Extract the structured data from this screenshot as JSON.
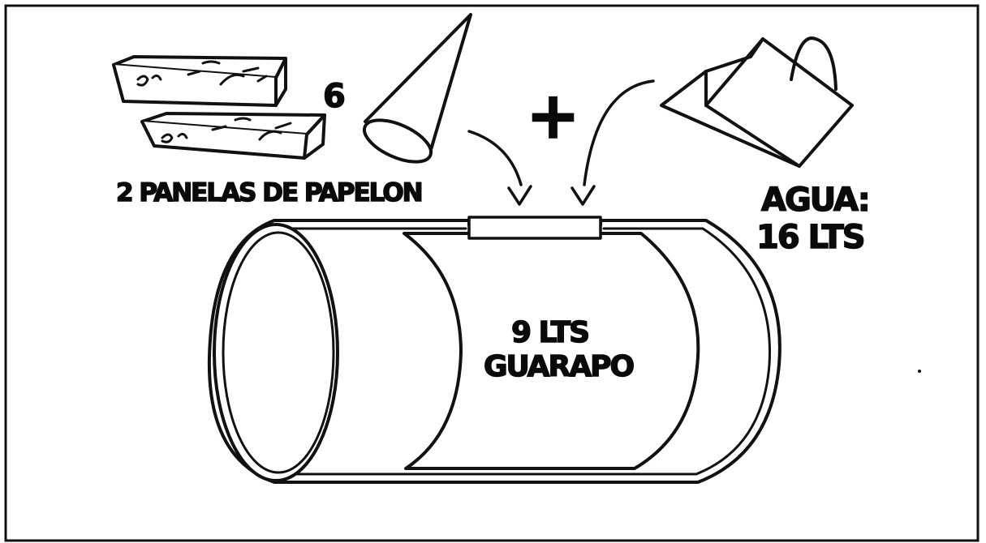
{
  "diagram": {
    "labels": {
      "count": "6",
      "panelas": "2 PANELAS DE PAPELON",
      "plus": "+",
      "agua_line1": "AGUA:",
      "agua_line2": "16 LTS",
      "barrel_line1": "9 LTS",
      "barrel_line2": "GUARAPO"
    },
    "ink_color": "#111111",
    "background": "#ffffff"
  }
}
